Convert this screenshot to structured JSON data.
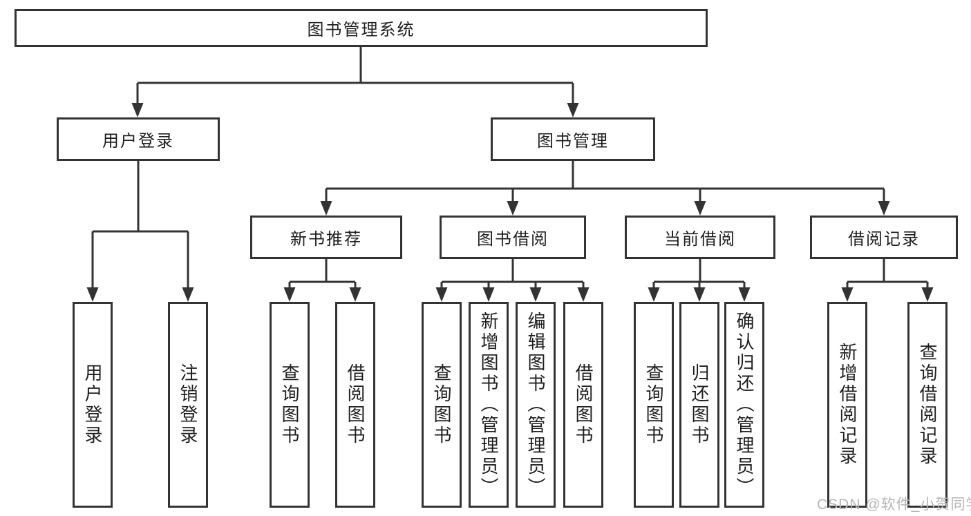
{
  "diagram": {
    "tree": {
      "label": "图书管理系统",
      "children": [
        {
          "label": "用户登录",
          "children": [
            {
              "label": "用户登录"
            },
            {
              "label": "注销登录"
            }
          ]
        },
        {
          "label": "图书管理",
          "children": [
            {
              "label": "新书推荐",
              "children": [
                {
                  "label": "查询图书"
                },
                {
                  "label": "借阅图书"
                }
              ]
            },
            {
              "label": "图书借阅",
              "children": [
                {
                  "label": "查询图书"
                },
                {
                  "label": "新增图书（管理员）"
                },
                {
                  "label": "编辑图书（管理员）"
                },
                {
                  "label": "借阅图书"
                }
              ]
            },
            {
              "label": "当前借阅",
              "children": [
                {
                  "label": "查询图书"
                },
                {
                  "label": "归还图书"
                },
                {
                  "label": "确认归还（管理员）"
                }
              ]
            },
            {
              "label": "借阅记录",
              "children": [
                {
                  "label": "新增借阅记录"
                },
                {
                  "label": "查询借阅记录"
                }
              ]
            }
          ]
        }
      ]
    },
    "watermark": "CSDN @软件_小贺同学",
    "colors": {
      "line": "#333333",
      "box_background": "#ffffff",
      "text": "#1f1f1f",
      "watermark": "#b5b5b5"
    }
  }
}
